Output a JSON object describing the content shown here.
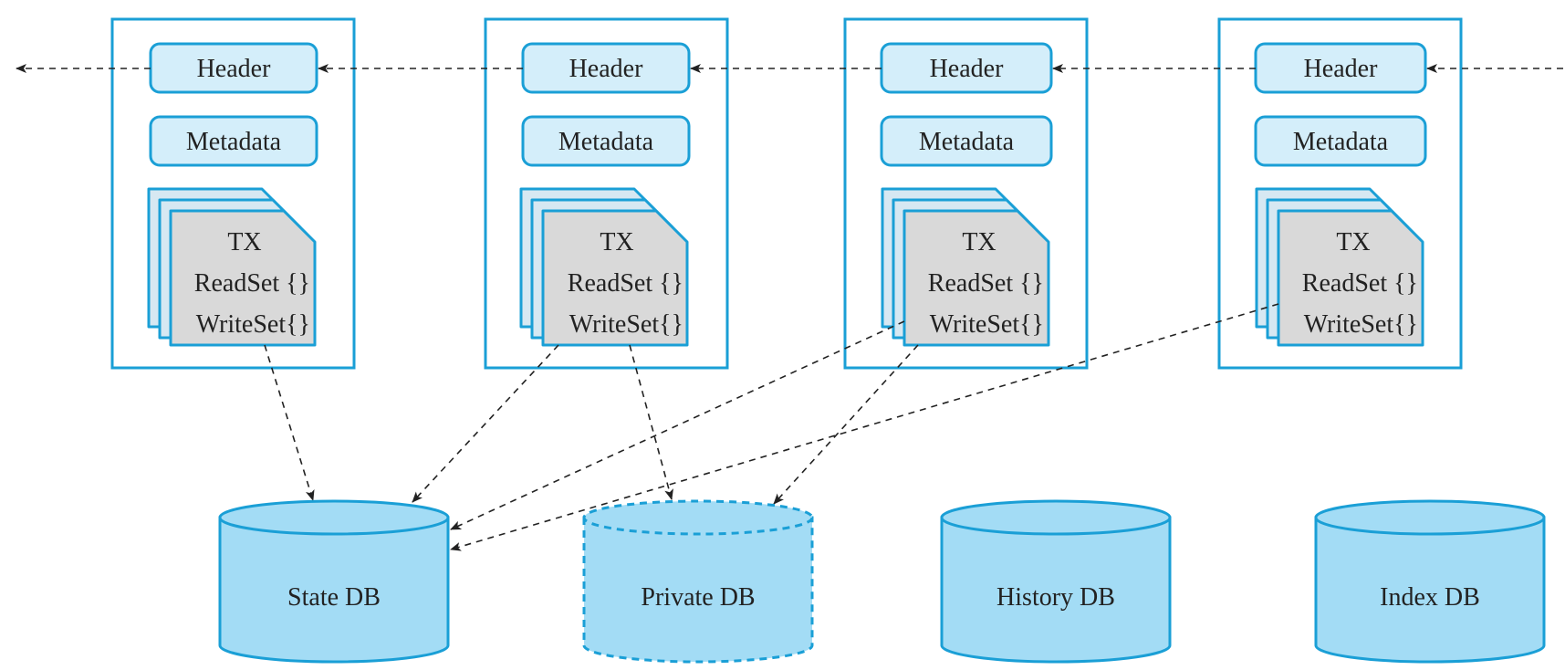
{
  "blocks": [
    {
      "header": "Header",
      "metadata": "Metadata",
      "tx": {
        "title": "TX",
        "read_set": "ReadSet {}",
        "write_set": "WriteSet{}"
      }
    },
    {
      "header": "Header",
      "metadata": "Metadata",
      "tx": {
        "title": "TX",
        "read_set": "ReadSet {}",
        "write_set": "WriteSet{}"
      }
    },
    {
      "header": "Header",
      "metadata": "Metadata",
      "tx": {
        "title": "TX",
        "read_set": "ReadSet {}",
        "write_set": "WriteSet{}"
      }
    },
    {
      "header": "Header",
      "metadata": "Metadata",
      "tx": {
        "title": "TX",
        "read_set": "ReadSet {}",
        "write_set": "WriteSet{}"
      }
    }
  ],
  "databases": [
    {
      "label": "State DB",
      "style": "solid"
    },
    {
      "label": "Private DB",
      "style": "dashed"
    },
    {
      "label": "History DB",
      "style": "solid"
    },
    {
      "label": "Index DB",
      "style": "solid"
    }
  ],
  "colors": {
    "outline": "#1a9fd6",
    "pill_fill": "#d4eefa",
    "db_fill": "#a3dcf5",
    "tx_fill": "#d9d9d9",
    "arrow": "#222222"
  }
}
